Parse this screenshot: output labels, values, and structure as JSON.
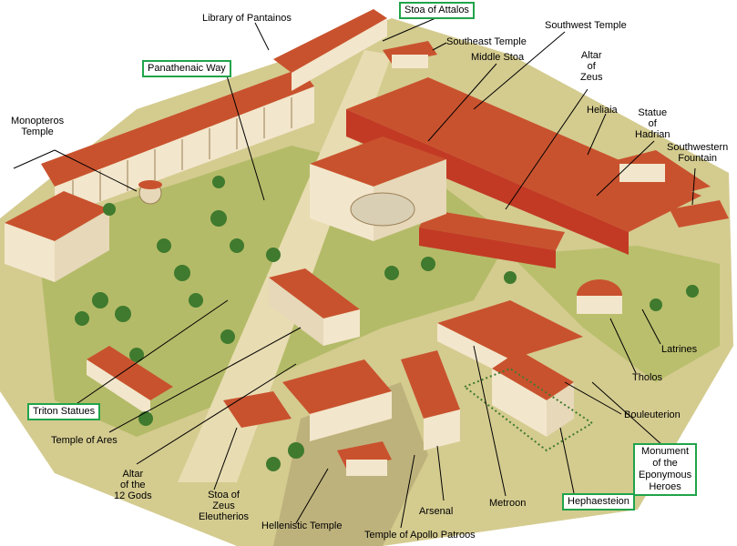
{
  "labels": {
    "stoa_of_attalos": "Stoa of Attalos",
    "library_of_pantainos": "Library of Pantainos",
    "southwest_temple": "Southwest Temple",
    "southeast_temple": "Southeast Temple",
    "middle_stoa": "Middle Stoa",
    "panathenaic_way": "Panathenaic Way",
    "altar_of_zeus": "Altar\nof\nZeus",
    "heliaia": "Heliaia",
    "statue_of_hadrian": "Statue\nof\nHadrian",
    "monopteros_temple": "Monopteros\nTemple",
    "southwestern_fountain": "Southwestern\nFountain",
    "latrines": "Latrines",
    "tholos": "Tholos",
    "bouleuterion": "Bouleuterion",
    "triton_statues": "Triton Statues",
    "temple_of_ares": "Temple of Ares",
    "altar_of_12_gods": "Altar\nof the\n12 Gods",
    "stoa_of_zeus": "Stoa of\nZeus\nEleutherios",
    "hellenistic_temple": "Hellenistic Temple",
    "arsenal": "Arsenal",
    "metroon": "Metroon",
    "hephaesteion": "Hephaesteion",
    "monument_eponymous": "Monument\nof the\nEponymous\nHeroes",
    "temple_apollo": "Temple of Apollo Patroos"
  },
  "colors": {
    "roof": "#c9522e",
    "roof_dark": "#9b3a1e",
    "wall": "#f2e6cc",
    "ground": "#d9cf96",
    "grass": "#a6b457",
    "tree": "#3f7a2e",
    "column_red": "#c23a24",
    "highlight_border": "#21a44a"
  }
}
